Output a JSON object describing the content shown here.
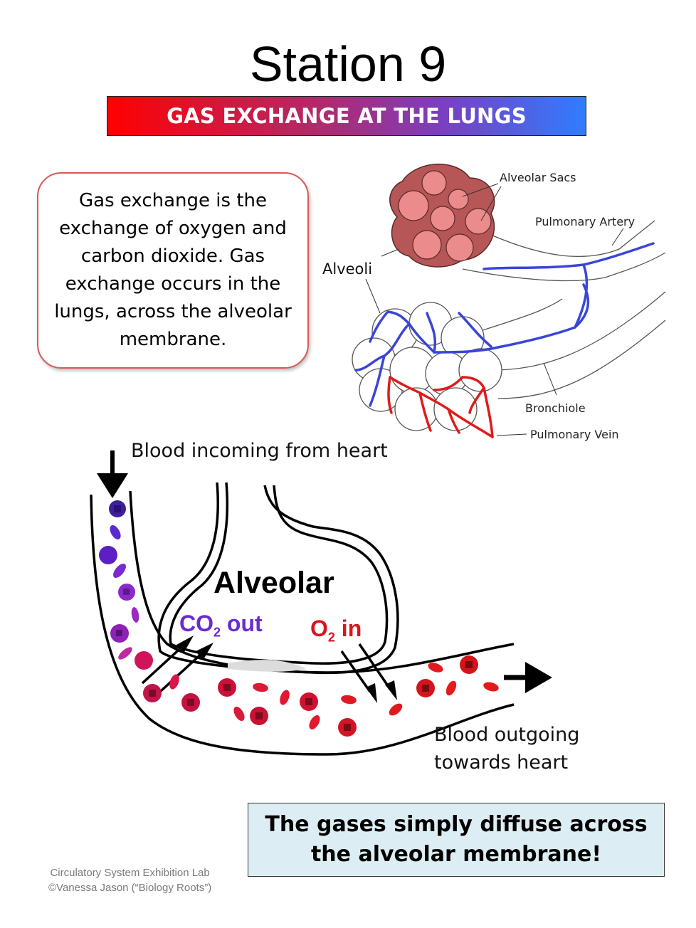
{
  "title": "Station 9",
  "banner": "GAS EXCHANGE AT THE LUNGS",
  "info_text": "Gas exchange is the exchange of oxygen and carbon dioxide. Gas exchange occurs in the lungs, across the alveolar membrane.",
  "anatomy_labels": {
    "alveolar_sacs": "Alveolar Sacs",
    "pulmonary_artery": "Pulmonary Artery",
    "alveoli": "Alveoli",
    "bronchiole": "Bronchiole",
    "pulmonary_vein": "Pulmonary Vein"
  },
  "diagram": {
    "blood_in": "Blood incoming from heart",
    "alveolar": "Alveolar",
    "co2_main": "CO",
    "co2_sub": "2",
    "co2_word": "out",
    "o2_main": "O",
    "o2_sub": "2",
    "o2_word": "in",
    "blood_out_line1": "Blood outgoing",
    "blood_out_line2": "towards heart"
  },
  "callout": "The gases simply diffuse across the alveolar membrane!",
  "credit_line1": "Circulatory System Exhibition Lab",
  "credit_line2": "©Vanessa Jason (“Biology Roots”)",
  "colors": {
    "deoxygenated": "#3a45d8",
    "oxygenated": "#e01a1a",
    "sac": "#b85858",
    "sac_inner": "#ea8a8a",
    "co2_text": "#6a2bd0",
    "o2_text": "#d8161e"
  }
}
